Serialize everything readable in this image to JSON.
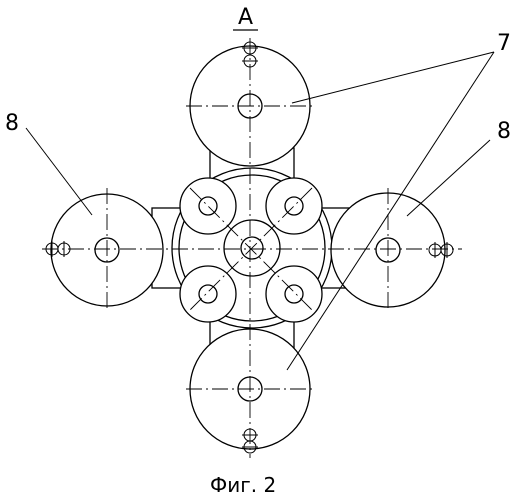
{
  "labels": {
    "section": "A",
    "callout_top_right": "7",
    "callout_left": "8",
    "callout_right": "8"
  },
  "caption": "Фиг. 2",
  "colors": {
    "stroke": "#000000",
    "background": "#ffffff"
  }
}
